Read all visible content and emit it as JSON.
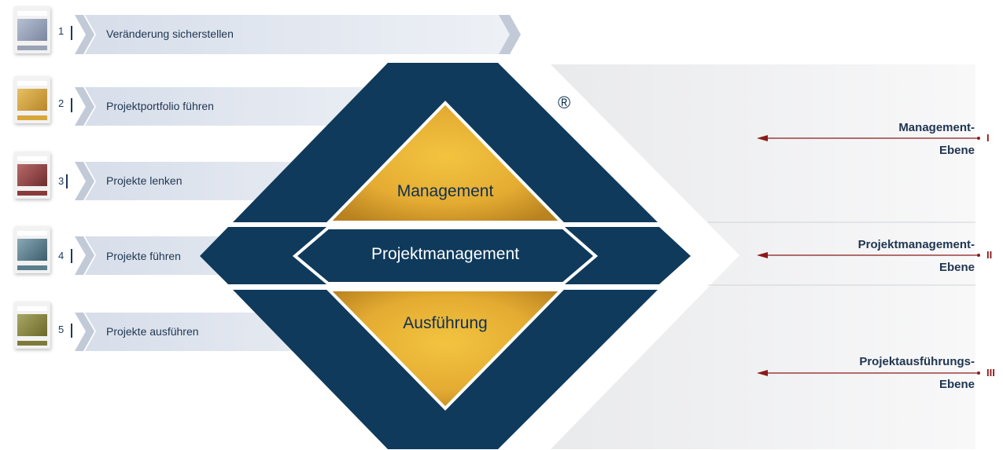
{
  "steps": [
    {
      "number": "1",
      "label": "Veränderung sicherstellen",
      "book_color": "#9aa3b5"
    },
    {
      "number": "2",
      "label": "Projektportfolio führen",
      "book_color": "#d9a63a"
    },
    {
      "number": "3",
      "label": "Projekte lenken",
      "book_color": "#8b3a3a"
    },
    {
      "number": "4",
      "label": "Projekte führen",
      "book_color": "#5a7f8f"
    },
    {
      "number": "5",
      "label": "Projekte ausführen",
      "book_color": "#7e7a3a"
    }
  ],
  "center": {
    "top": "Management",
    "middle": "Projektmanagement",
    "bottom": "Ausführung",
    "registered_mark": "®"
  },
  "levels": [
    {
      "line1": "Management-",
      "line2": "Ebene",
      "roman": "I"
    },
    {
      "line1": "Projektmanagement-",
      "line2": "Ebene",
      "roman": "II"
    },
    {
      "line1": "Projektausführungs-",
      "line2": "Ebene",
      "roman": "III"
    }
  ],
  "colors": {
    "navy": "#0f3a5c",
    "gold": "#e8b33a",
    "gold_dark": "#b8821e",
    "band": "#dfe4ee",
    "chevron": "#c2cad8",
    "arrow": "#8b1a1a"
  }
}
